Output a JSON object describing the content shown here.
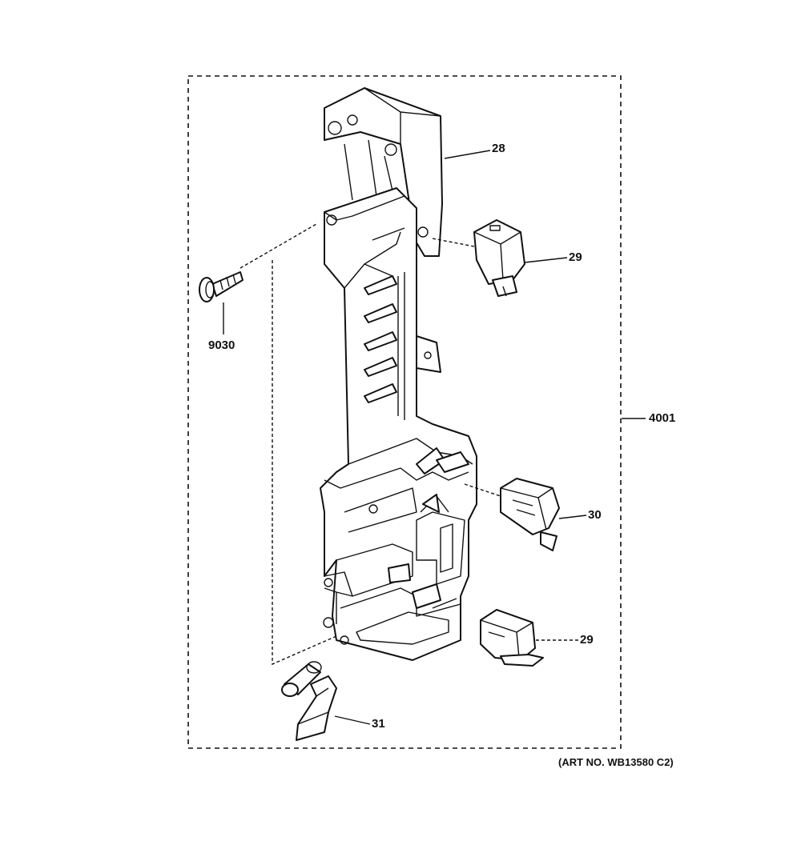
{
  "parts": {
    "bracket": "28",
    "switch_top": "29",
    "screw": "9030",
    "assembly": "4001",
    "switch_middle": "30",
    "switch_bottom": "29",
    "lever": "31"
  },
  "art_number": "(ART NO. WB13580 C2)"
}
